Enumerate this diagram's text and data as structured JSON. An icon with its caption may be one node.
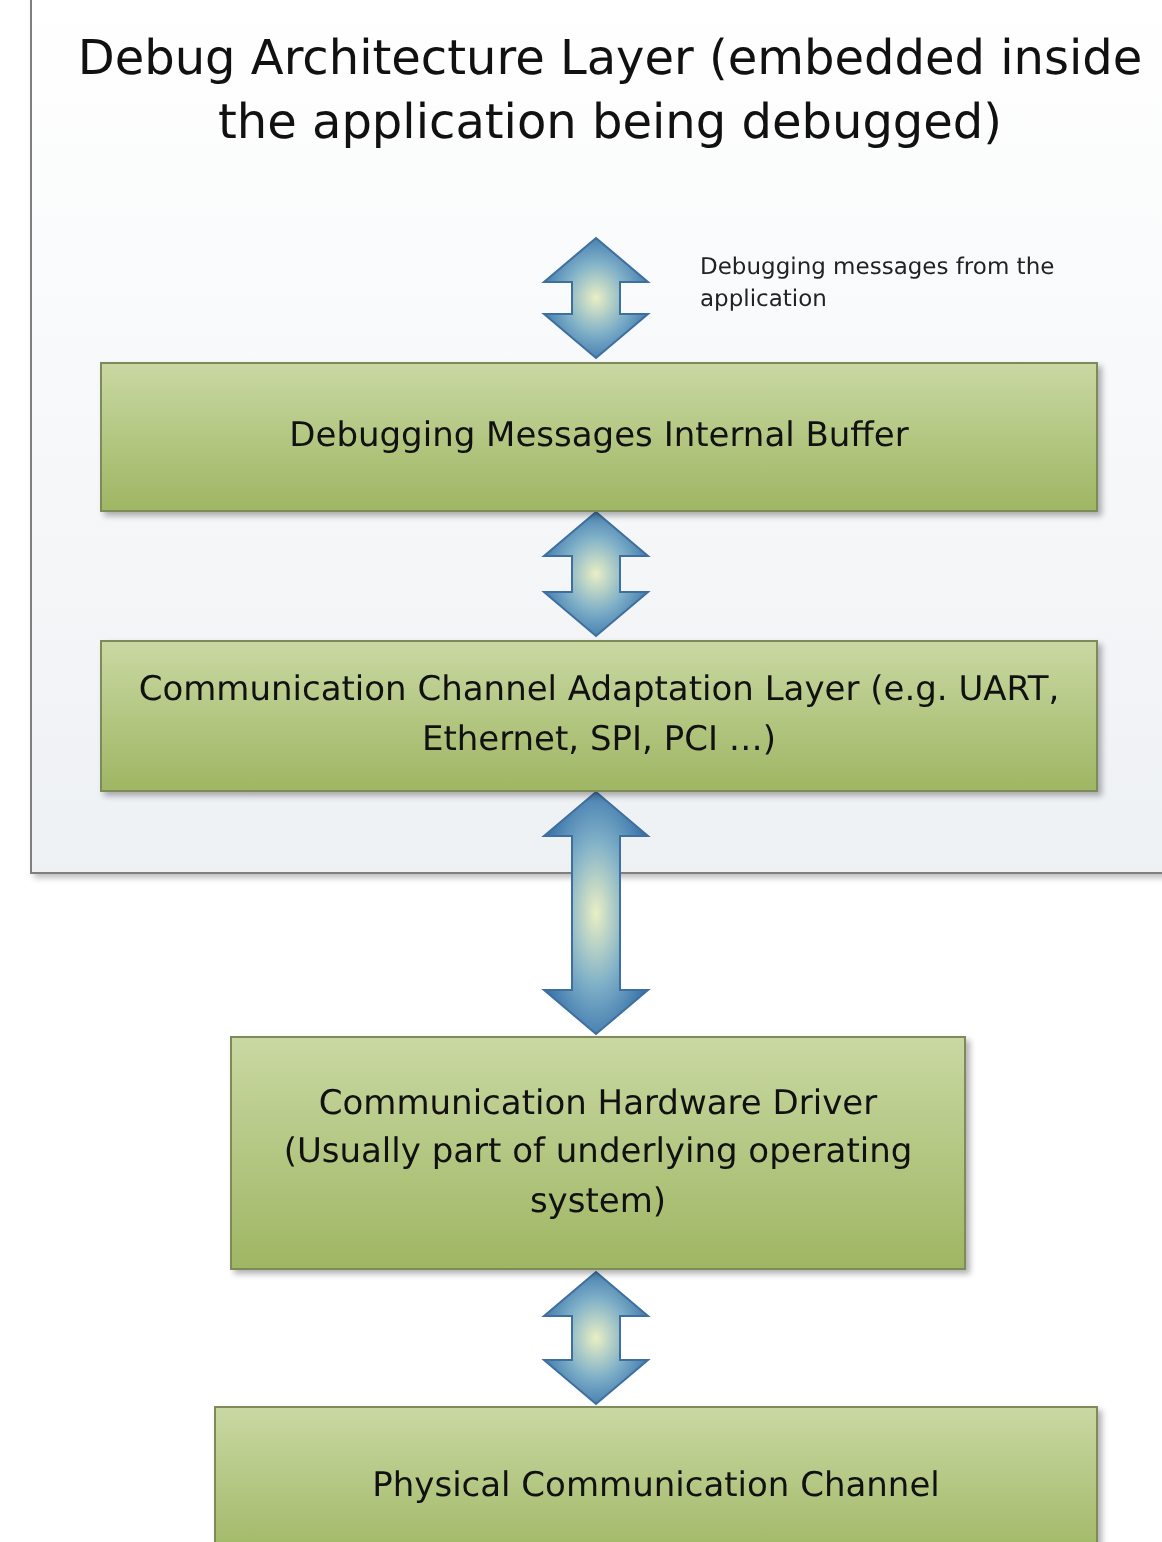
{
  "diagram": {
    "nodes": [
      {
        "text": [
          "Debug Architecture Layer (embedded inside the application being debugged)"
        ]
      },
      {
        "text": [
          "Debugging Messages Internal Buffer"
        ],
        "in": 0
      },
      {
        "text": [
          "Communication Channel Adaptation Layer (e.g. UART, Ethernet, SPI, PCI …)"
        ],
        "in": 0
      },
      {
        "text": [
          "Communication Hardware Driver (Usually part of underlying operating system)"
        ]
      },
      {
        "text": [
          "Physical Communication Channel"
        ]
      }
    ],
    "edges": [
      {
        "from": null,
        "to": 1,
        "arrow": "both",
        "label": "Debugging messages from the application"
      },
      {
        "from": 1,
        "to": 2,
        "arrow": "both"
      },
      {
        "from": 2,
        "to": 3,
        "arrow": "both"
      },
      {
        "from": 3,
        "to": 4,
        "arrow": "both"
      }
    ]
  }
}
